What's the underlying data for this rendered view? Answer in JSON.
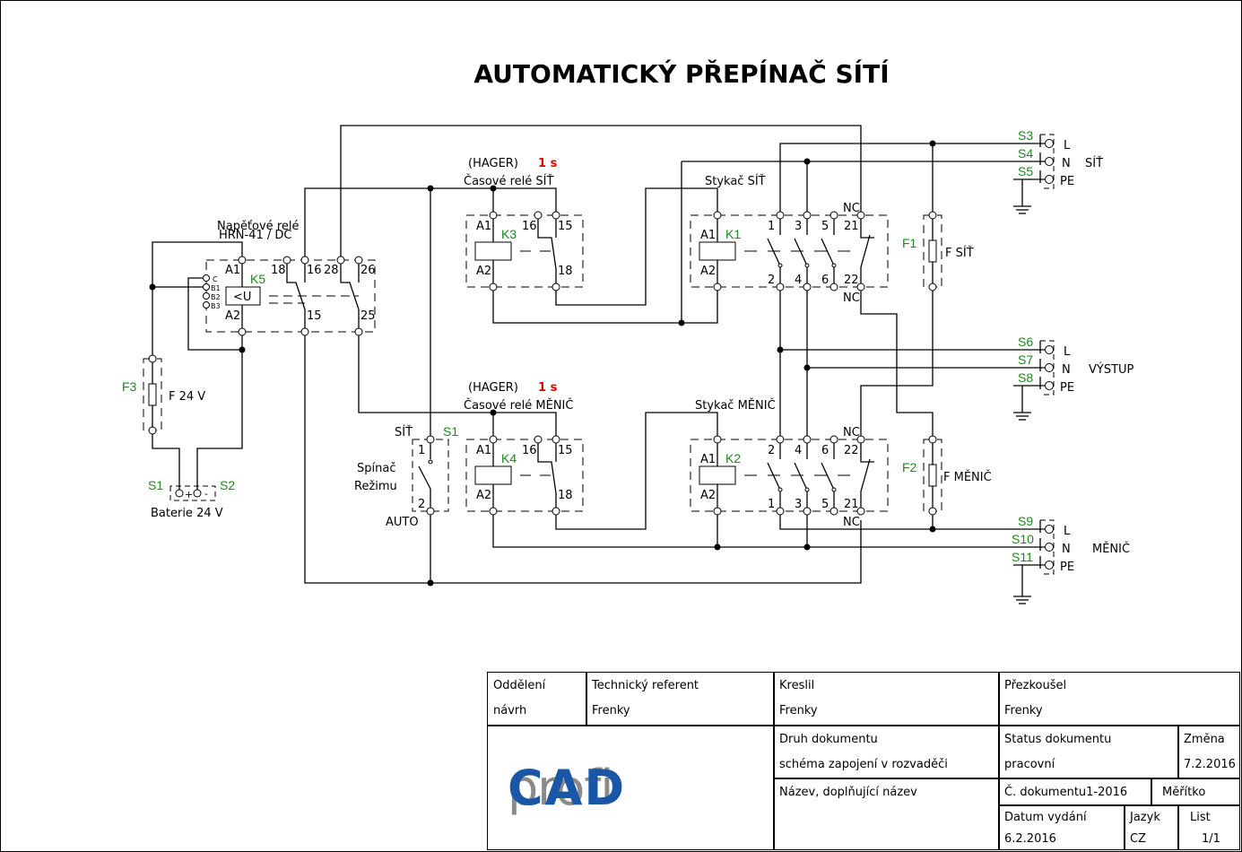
{
  "title": "AUTOMATICKÝ PŘEPÍNAČ SÍTÍ",
  "components": {
    "k5": {
      "ref": "K5",
      "name_line1": "Napěťové relé",
      "name_line2": "HRN-41 / DC",
      "symbol": "<U",
      "pins": {
        "a1": "A1",
        "a2": "A2",
        "p18": "18",
        "p16": "16",
        "p28": "28",
        "p26": "26",
        "p15": "15",
        "p25": "25"
      },
      "inputs": [
        "C",
        "B1",
        "B2",
        "B3"
      ]
    },
    "k3": {
      "ref": "K3",
      "brand": "(HAGER)",
      "delay": "1 s",
      "name": "Časové relé SÍŤ",
      "pins": {
        "a1": "A1",
        "a2": "A2",
        "p16": "16",
        "p15": "15",
        "p18": "18"
      }
    },
    "k4": {
      "ref": "K4",
      "brand": "(HAGER)",
      "delay": "1 s",
      "name": "Časové relé MĚNIČ",
      "pins": {
        "a1": "A1",
        "a2": "A2",
        "p16": "16",
        "p15": "15",
        "p18": "18"
      }
    },
    "k1": {
      "ref": "K1",
      "name": "Stykač SÍŤ",
      "pins": {
        "a1": "A1",
        "a2": "A2",
        "p1": "1",
        "p3": "3",
        "p5": "5",
        "p21": "21",
        "p2": "2",
        "p4": "4",
        "p6": "6",
        "p22": "22",
        "nc_top": "NC",
        "nc_bottom": "NC"
      }
    },
    "k2": {
      "ref": "K2",
      "name": "Stykač MĚNIČ",
      "pins": {
        "a1": "A1",
        "a2": "A2",
        "p2": "2",
        "p4": "4",
        "p6": "6",
        "p22": "22",
        "p1": "1",
        "p3": "3",
        "p5": "5",
        "p21": "21",
        "nc_top": "NC",
        "nc_bottom": "NC"
      }
    },
    "f1": {
      "ref": "F1",
      "name": "F SÍŤ"
    },
    "f2": {
      "ref": "F2",
      "name": "F MĚNIČ"
    },
    "f3": {
      "ref": "F3",
      "name": "F 24 V"
    },
    "s1_switch": {
      "ref": "S1",
      "name_line1": "Spínač",
      "name_line2": "Režimu",
      "pos1": "SÍŤ",
      "pos2": "AUTO",
      "pin1": "1",
      "pin2": "2"
    },
    "battery": {
      "name": "Baterie 24 V",
      "plus_ref": "S1",
      "minus_ref": "S2",
      "plus": "+",
      "minus": "-"
    }
  },
  "terminals": {
    "sit": {
      "name": "SÍŤ",
      "rows": [
        {
          "ref": "S3",
          "label": "L"
        },
        {
          "ref": "S4",
          "label": "N"
        },
        {
          "ref": "S5",
          "label": "PE"
        }
      ]
    },
    "vystup": {
      "name": "VÝSTUP",
      "rows": [
        {
          "ref": "S6",
          "label": "L"
        },
        {
          "ref": "S7",
          "label": "N"
        },
        {
          "ref": "S8",
          "label": "PE"
        }
      ]
    },
    "menic": {
      "name": "MĚNIČ",
      "rows": [
        {
          "ref": "S9",
          "label": "L"
        },
        {
          "ref": "S10",
          "label": "N"
        },
        {
          "ref": "S11",
          "label": "PE"
        }
      ]
    }
  },
  "title_block": {
    "department_label": "Oddělení",
    "department": "návrh",
    "tech_ref_label": "Technický referent",
    "tech_ref": "Frenky",
    "drawn_label": "Kreslil",
    "drawn": "Frenky",
    "checked_label": "Přezkoušel",
    "checked": "Frenky",
    "doc_type_label": "Druh dokumentu",
    "doc_type": "schéma zapojení v rozvaděči",
    "status_label": "Status dokumentu",
    "status": "pracovní",
    "change_label": "Změna",
    "change": "7.2.2016",
    "name_label": "Název, doplňující název",
    "doc_number": "Č. dokumentu1-2016",
    "scale_label": "Měřítko",
    "issue_date_label": "Datum vydání",
    "issue_date": "6.2.2016",
    "language_label": "Jazyk",
    "language": "CZ",
    "sheet_label": "List",
    "sheet": "1/1",
    "logo_left": "profi",
    "logo_right": "CAD"
  },
  "colors": {
    "ref_label": "#1a8a1a",
    "delay": "#e00000",
    "logo_blue": "#1a56a6",
    "logo_gray": "#8a8a8a"
  }
}
